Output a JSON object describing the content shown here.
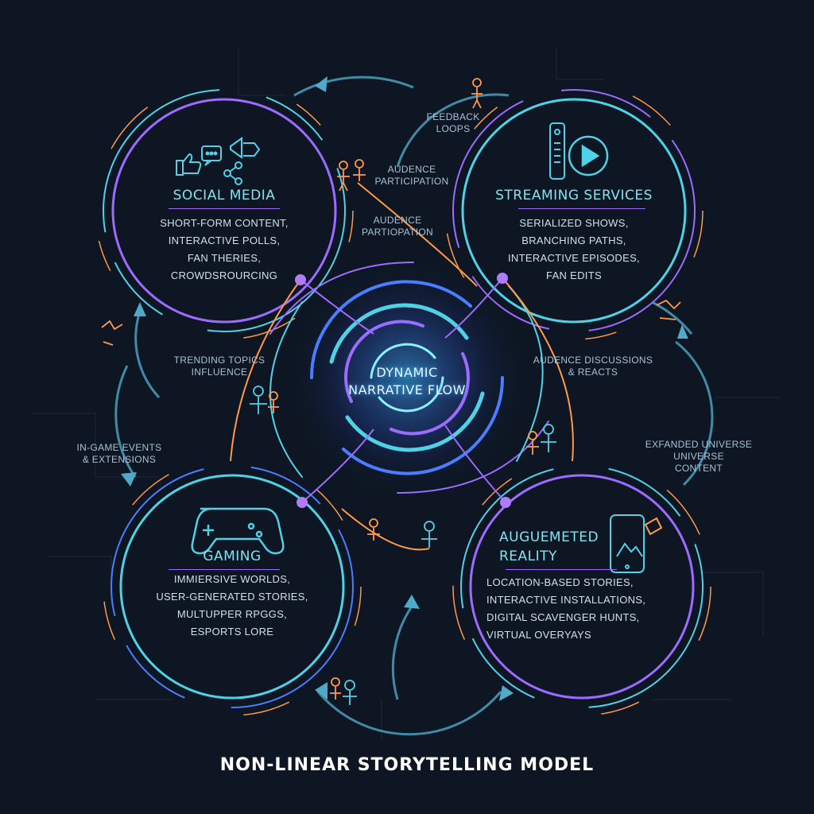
{
  "center": {
    "line1": "DYNAMIC",
    "line2": "NARRATIVE FLOW"
  },
  "nodes": [
    {
      "title": "SOCIAL MEDIA",
      "items": [
        "SHORT-FORM CONTENT,",
        "INTERACTIVE POLLS,",
        "FAN THERIES,",
        "CROWDSROURCING"
      ]
    },
    {
      "title": "STREAMING SERVICES",
      "items": [
        "SERIALIZED SHOWS,",
        "BRANCHING PATHS,",
        "INTERACTIVE EPISODES,",
        "FAN EDITS"
      ]
    },
    {
      "title": "GAMING",
      "items": [
        "IMMIERSIVE WORLDS,",
        "USER-GENERATED STORIES,",
        "MULTUPPER RPGGS,",
        "ESPORTS LORE"
      ]
    },
    {
      "title_line1": "AUGUEMETED",
      "title_line2": "REALITY",
      "items": [
        "LOCATION-BASED STORIES,",
        "INTERACTIVE INSTALLATIONS,",
        "DIGITAL SCAVENGER HUNTS,",
        "VIRTUAL OVERYAYS"
      ]
    }
  ],
  "connectors": {
    "feedback": {
      "line1": "FEEDBACK",
      "line2": "LOOPS"
    },
    "audience_top": {
      "line1": "AUDENCE",
      "line2": "PARTICIPATION"
    },
    "audience_mid": {
      "line1": "AUDENCE",
      "line2": "PARTIOPATION"
    },
    "trending": {
      "line1": "TRENDING TOPICS",
      "line2": "INFLUENCE"
    },
    "discussions": {
      "line1": "AUDENCE DISCUSSIONS",
      "line2": "& REACTS"
    },
    "ingame": {
      "line1": "IN-GAME EVENTS",
      "line2": "& EXTENSIONS"
    },
    "expanded": {
      "line1": "EXFANDED UNIVERSE",
      "line2": "UNIVERSE",
      "line3": "CONTENT"
    }
  },
  "footer": "NON-LINEAR STORYTELLING MODEL",
  "colors": {
    "background": "#0d1622",
    "cyan": "#4fd1e6",
    "violet": "#9b6cff",
    "blue": "#4b7dff",
    "orange": "#ff9a4a"
  },
  "icons": [
    "thumbs-up-icon",
    "chat-bubble-icon",
    "share-icon",
    "remote-control-icon",
    "play-icon",
    "gamepad-icon",
    "ar-phone-icon",
    "people-icon"
  ]
}
